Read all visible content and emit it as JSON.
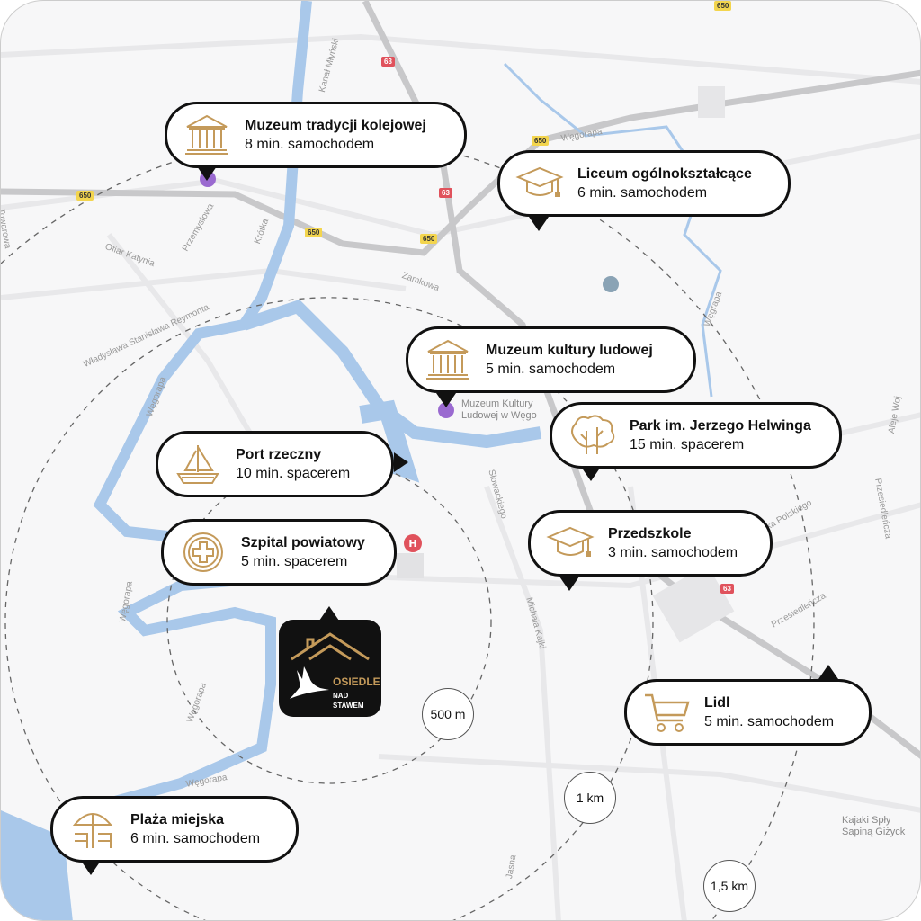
{
  "brand": {
    "line1": "OSIEDLE",
    "line2": "NAD",
    "line3": "STAWEM",
    "accent": "#c49a5a"
  },
  "callouts": [
    {
      "name": "muzeum-tradycji-kolejowej",
      "icon": "museum-icon",
      "title": "Muzeum tradycji kolejowej",
      "subtitle": "8 min. samochodem"
    },
    {
      "name": "liceum",
      "icon": "graduation-cap-icon",
      "title": "Liceum ogólnokształcące",
      "subtitle": "6 min. samochodem"
    },
    {
      "name": "muzeum-kultury-ludowej",
      "icon": "museum-icon",
      "title": "Muzeum kultury ludowej",
      "subtitle": "5 min. samochodem"
    },
    {
      "name": "park",
      "icon": "trees-icon",
      "title": "Park im. Jerzego Helwinga",
      "subtitle": "15 min. spacerem"
    },
    {
      "name": "port-rzeczny",
      "icon": "sailboat-icon",
      "title": "Port rzeczny",
      "subtitle": "10 min. spacerem"
    },
    {
      "name": "szpital",
      "icon": "hospital-cross-icon",
      "title": "Szpital powiatowy",
      "subtitle": "5 min. spacerem"
    },
    {
      "name": "przedszkole",
      "icon": "graduation-cap-icon",
      "title": "Przedszkole",
      "subtitle": "3 min. samochodem"
    },
    {
      "name": "lidl",
      "icon": "shopping-cart-icon",
      "title": "Lidl",
      "subtitle": "5 min. samochodem"
    },
    {
      "name": "plaza",
      "icon": "beach-umbrella-icon",
      "title": "Plaża miejska",
      "subtitle": "6 min. samochodem"
    }
  ],
  "radius_badges": [
    "500 m",
    "1 km",
    "1,5 km"
  ],
  "poi": {
    "museum": "Muzeum Kultury",
    "museum2": "Ludowej w Węgo",
    "kayak": "Kajaki Spły",
    "kayak2": "Sapiną Giżyck"
  },
  "streets": [
    "Kanał Młyński",
    "Węgorapa",
    "Zamkowa",
    "Towarowa",
    "Ofiar Katynia",
    "Przemysłowa",
    "Krótka",
    "Władysława Stanisława Reymonta",
    "Węgorapa",
    "Słowackiego",
    "Michała Kajki",
    "Wojska Polskiego",
    "Aleje Woj",
    "Przesiedleńcza",
    "Przesiedleńcza",
    "Węgorapa",
    "Węgorapa",
    "Węgorapa",
    "Jasna",
    "Węgrapa"
  ],
  "road_numbers": [
    "650",
    "63",
    "650",
    "63",
    "650",
    "650",
    "650",
    "63"
  ]
}
